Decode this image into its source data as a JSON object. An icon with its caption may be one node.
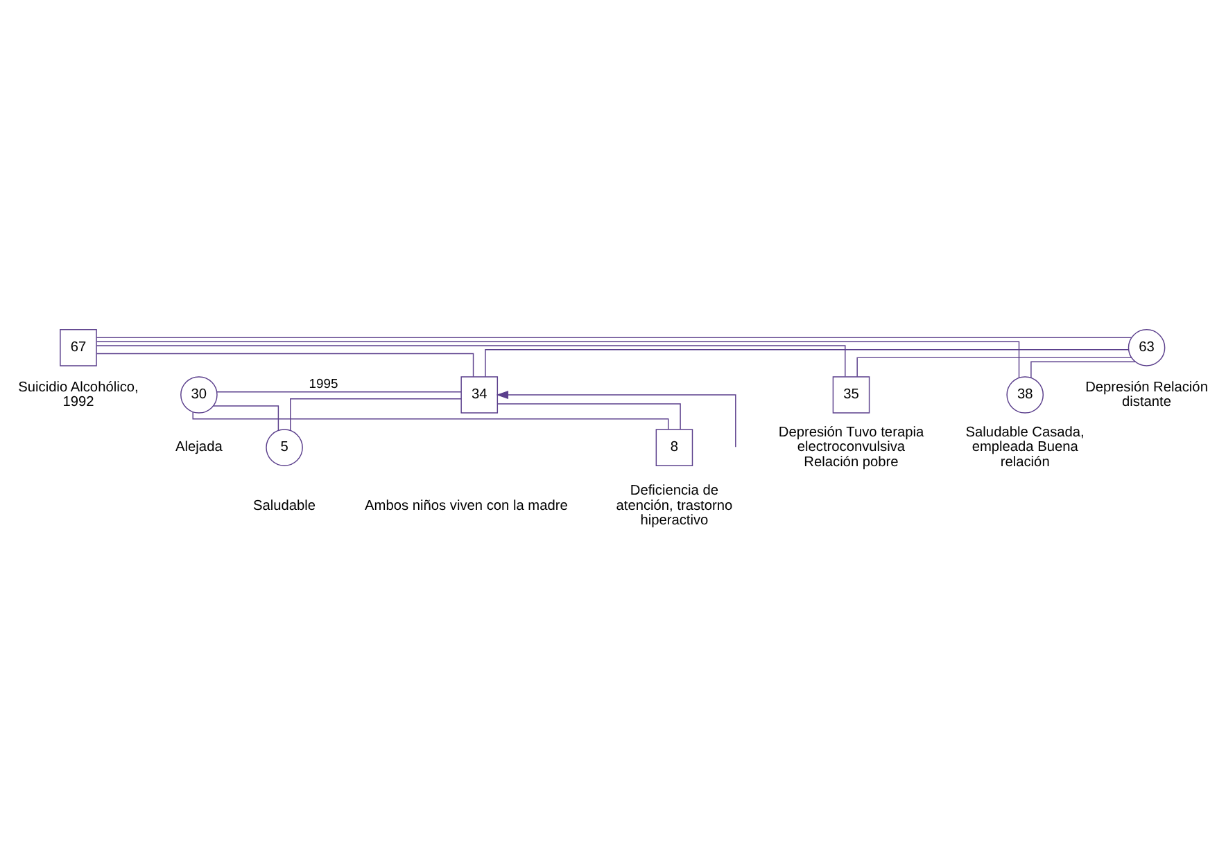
{
  "diagram": {
    "nodes": [
      {
        "text": [
          "67"
        ],
        "beside": [
          "Suicidio Alcohólico, 1992"
        ]
      },
      {
        "text": [
          "63"
        ],
        "beside": [
          "Depresión Relación distante"
        ]
      },
      {
        "text": [
          "30"
        ],
        "beside": [
          "Alejada"
        ]
      },
      {
        "text": [
          "34"
        ]
      },
      {
        "text": [
          "35"
        ],
        "beside": [
          "Depresión Tuvo terapia electroconvulsiva Relación pobre"
        ]
      },
      {
        "text": [
          "38"
        ],
        "beside": [
          "Saludable Casada, empleada Buena relación"
        ]
      },
      {
        "text": [
          "5"
        ],
        "beside": [
          "Saludable"
        ]
      },
      {
        "text": [
          "8"
        ],
        "beside": [
          "Deficiencia de atención, trastorno hiperactivo"
        ]
      }
    ],
    "edges": [
      {
        "from": 0,
        "to": 1,
        "arrow": "none"
      },
      {
        "from": 0,
        "to": 3,
        "arrow": "none"
      },
      {
        "from": 1,
        "to": 3,
        "arrow": "none"
      },
      {
        "from": 0,
        "to": 4,
        "arrow": "none"
      },
      {
        "from": 1,
        "to": 4,
        "arrow": "none"
      },
      {
        "from": 0,
        "to": 5,
        "arrow": "none"
      },
      {
        "from": 1,
        "to": 5,
        "arrow": "none"
      },
      {
        "from": 2,
        "to": 3,
        "arrow": "none",
        "label": "1995"
      },
      {
        "from": 2,
        "to": 6,
        "arrow": "none"
      },
      {
        "from": 3,
        "to": 6,
        "arrow": "none"
      },
      {
        "from": 2,
        "to": 7,
        "arrow": "none"
      },
      {
        "from": 3,
        "to": 7,
        "arrow": "none"
      },
      {
        "from": null,
        "to": 3,
        "arrow": "to"
      }
    ],
    "labels": [
      "Ambos niños viven con la madre"
    ]
  }
}
